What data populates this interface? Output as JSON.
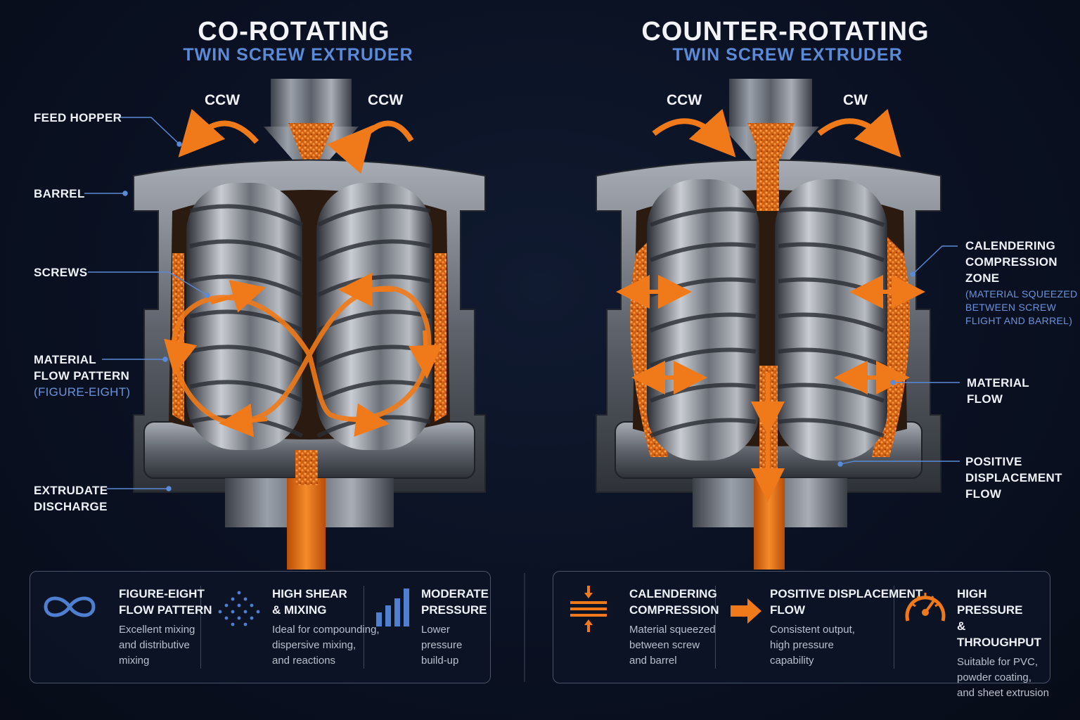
{
  "left": {
    "title": "CO-ROTATING",
    "subtitle": "TWIN SCREW EXTRUDER",
    "rotation_left": "CCW",
    "rotation_right": "CCW",
    "callouts": {
      "feed_hopper": "FEED HOPPER",
      "barrel": "BARREL",
      "screws": "SCREWS",
      "flow_line1": "MATERIAL",
      "flow_line2": "FLOW PATTERN",
      "flow_line3": "(FIGURE-EIGHT)",
      "discharge_line1": "EXTRUDATE",
      "discharge_line2": "DISCHARGE"
    },
    "features": [
      {
        "icon": "infinity-icon",
        "title1": "FIGURE-EIGHT",
        "title2": "FLOW PATTERN",
        "desc1": "Excellent mixing",
        "desc2": "and distributive",
        "desc3": "mixing"
      },
      {
        "icon": "dots-icon",
        "title1": "HIGH SHEAR",
        "title2": "& MIXING",
        "desc1": "Ideal for compounding,",
        "desc2": "dispersive mixing,",
        "desc3": "and reactions"
      },
      {
        "icon": "bars-icon",
        "title1": "MODERATE",
        "title2": "PRESSURE",
        "desc1": "Lower pressure",
        "desc2": "build-up",
        "desc3": ""
      }
    ]
  },
  "right": {
    "title": "COUNTER-ROTATING",
    "subtitle": "TWIN SCREW EXTRUDER",
    "rotation_left": "CCW",
    "rotation_right": "CW",
    "callouts": {
      "cal_line1": "CALENDERING",
      "cal_line2": "COMPRESSION",
      "cal_line3": "ZONE",
      "cal_note1": "(MATERIAL SQUEEZED",
      "cal_note2": "BETWEEN SCREW",
      "cal_note3": "FLIGHT AND BARREL)",
      "flow_line1": "MATERIAL",
      "flow_line2": "FLOW",
      "pd_line1": "POSITIVE",
      "pd_line2": "DISPLACEMENT",
      "pd_line3": "FLOW"
    },
    "features": [
      {
        "icon": "compression-icon",
        "title1": "CALENDERING",
        "title2": "COMPRESSION",
        "desc1": "Material squeezed",
        "desc2": "between screw",
        "desc3": "and barrel"
      },
      {
        "icon": "arrow-right-icon",
        "title1": "POSITIVE DISPLACEMENT",
        "title2": "FLOW",
        "desc1": "Consistent output,",
        "desc2": "high pressure",
        "desc3": "capability"
      },
      {
        "icon": "gauge-icon",
        "title1": "HIGH PRESSURE",
        "title2": "& THROUGHPUT",
        "desc1": "Suitable for PVC,",
        "desc2": "powder coating,",
        "desc3": "and sheet extrusion"
      }
    ]
  },
  "colors": {
    "accent_orange": "#f07a1a",
    "accent_blue": "#5b8ad6",
    "steel": "#8a8f98"
  }
}
